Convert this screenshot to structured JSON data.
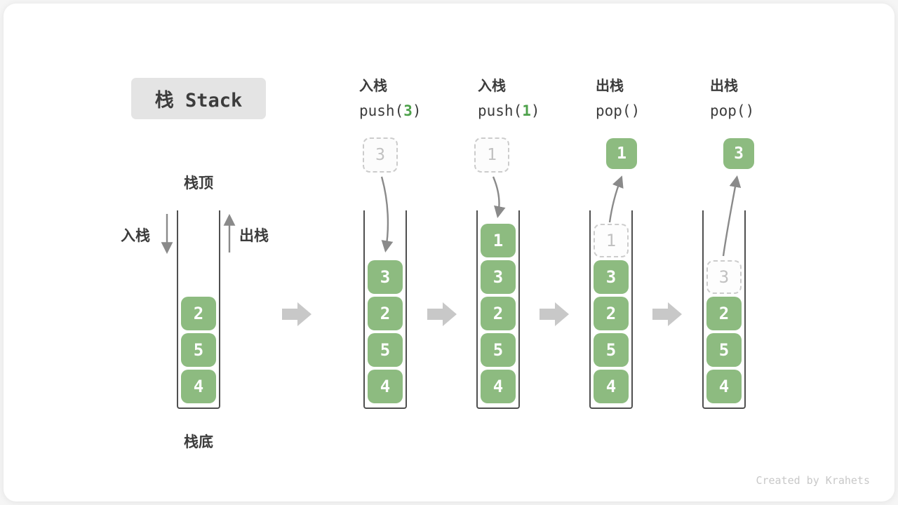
{
  "title": "栈 Stack",
  "labels": {
    "stack_top": "栈顶",
    "stack_bottom": "栈底",
    "push_side": "入栈",
    "pop_side": "出栈"
  },
  "watermark": "Created by Krahets",
  "colors": {
    "green_box": "#8dbb80",
    "green_code_text": "#4ea14b",
    "dark_text": "#3c3c3c",
    "container_wall": "#4f4f4f",
    "ghost_border": "#cccccc",
    "ghost_text": "#c1c1c1",
    "thin_arrow": "#8a8a8a",
    "block_arrow": "#c8c8c8",
    "title_bg": "#e4e4e4",
    "watermark_text": "#c8c8c8"
  },
  "steps": [
    {
      "op": null,
      "code_pre": null,
      "code_arg": null,
      "code_post": null,
      "floating": null,
      "stack": [
        {
          "v": "2"
        },
        {
          "v": "5"
        },
        {
          "v": "4"
        }
      ]
    },
    {
      "op": "入栈",
      "code_pre": "push(",
      "code_arg": "3",
      "code_post": ")",
      "floating": {
        "v": "3",
        "style": "ghost"
      },
      "stack": [
        {
          "v": "3"
        },
        {
          "v": "2"
        },
        {
          "v": "5"
        },
        {
          "v": "4"
        }
      ]
    },
    {
      "op": "入栈",
      "code_pre": "push(",
      "code_arg": "1",
      "code_post": ")",
      "floating": {
        "v": "1",
        "style": "ghost"
      },
      "stack": [
        {
          "v": "1"
        },
        {
          "v": "3"
        },
        {
          "v": "2"
        },
        {
          "v": "5"
        },
        {
          "v": "4"
        }
      ]
    },
    {
      "op": "出栈",
      "code_pre": "pop()",
      "code_arg": "",
      "code_post": "",
      "floating": {
        "v": "1",
        "style": "solid"
      },
      "stack": [
        {
          "v": "1",
          "ghost": true
        },
        {
          "v": "3"
        },
        {
          "v": "2"
        },
        {
          "v": "5"
        },
        {
          "v": "4"
        }
      ]
    },
    {
      "op": "出栈",
      "code_pre": "pop()",
      "code_arg": "",
      "code_post": "",
      "floating": {
        "v": "3",
        "style": "solid"
      },
      "stack": [
        {
          "v": "3",
          "ghost": true
        },
        {
          "v": "2"
        },
        {
          "v": "5"
        },
        {
          "v": "4"
        }
      ]
    }
  ]
}
